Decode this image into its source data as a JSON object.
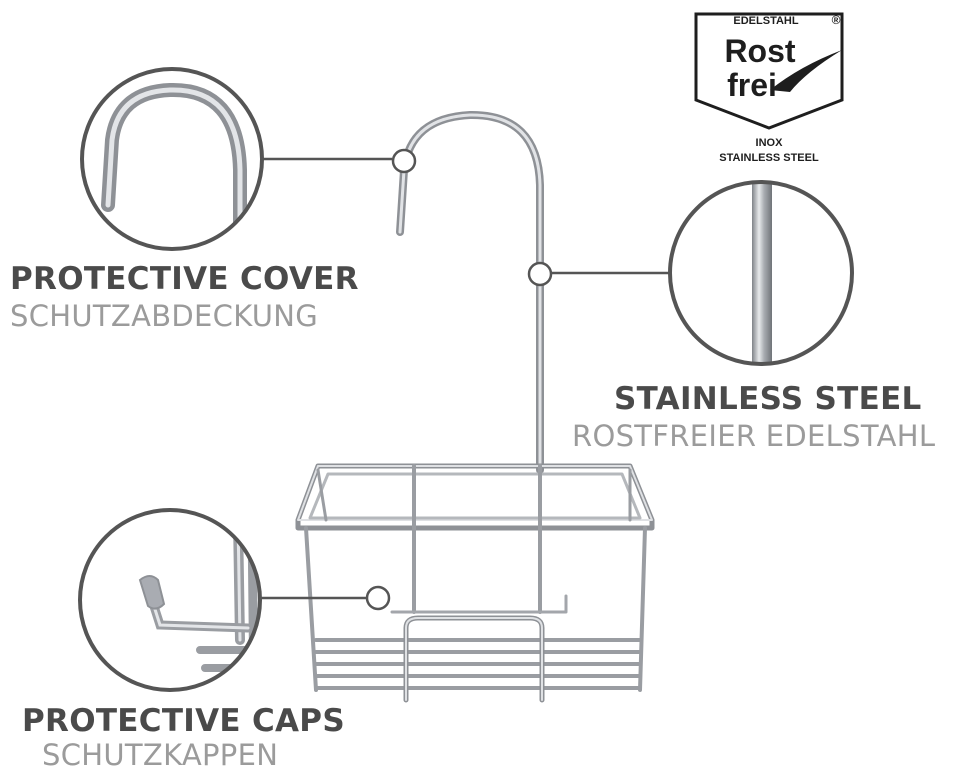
{
  "badge": {
    "top_text": "EDELSTAHL",
    "registered_mark": "®",
    "line1": "Rost",
    "line2": "frei",
    "sub1": "INOX",
    "sub2": "STAINLESS STEEL"
  },
  "callouts": {
    "protective_cover": {
      "title": "PROTECTIVE COVER",
      "subtitle": "SCHUTZABDECKUNG"
    },
    "stainless_steel": {
      "title": "STAINLESS STEEL",
      "subtitle": "ROSTFREIER EDELSTAHL"
    },
    "protective_caps": {
      "title": "PROTECTIVE CAPS",
      "subtitle": "SCHUTZKAPPEN"
    }
  },
  "colors": {
    "chrome": "#b9bcc0",
    "chrome_dark": "#8e9196",
    "callout_line": "#555555",
    "title_text": "#4a4a4a",
    "subtitle_text": "#9b9b9b",
    "cap": "#a9acb2"
  }
}
